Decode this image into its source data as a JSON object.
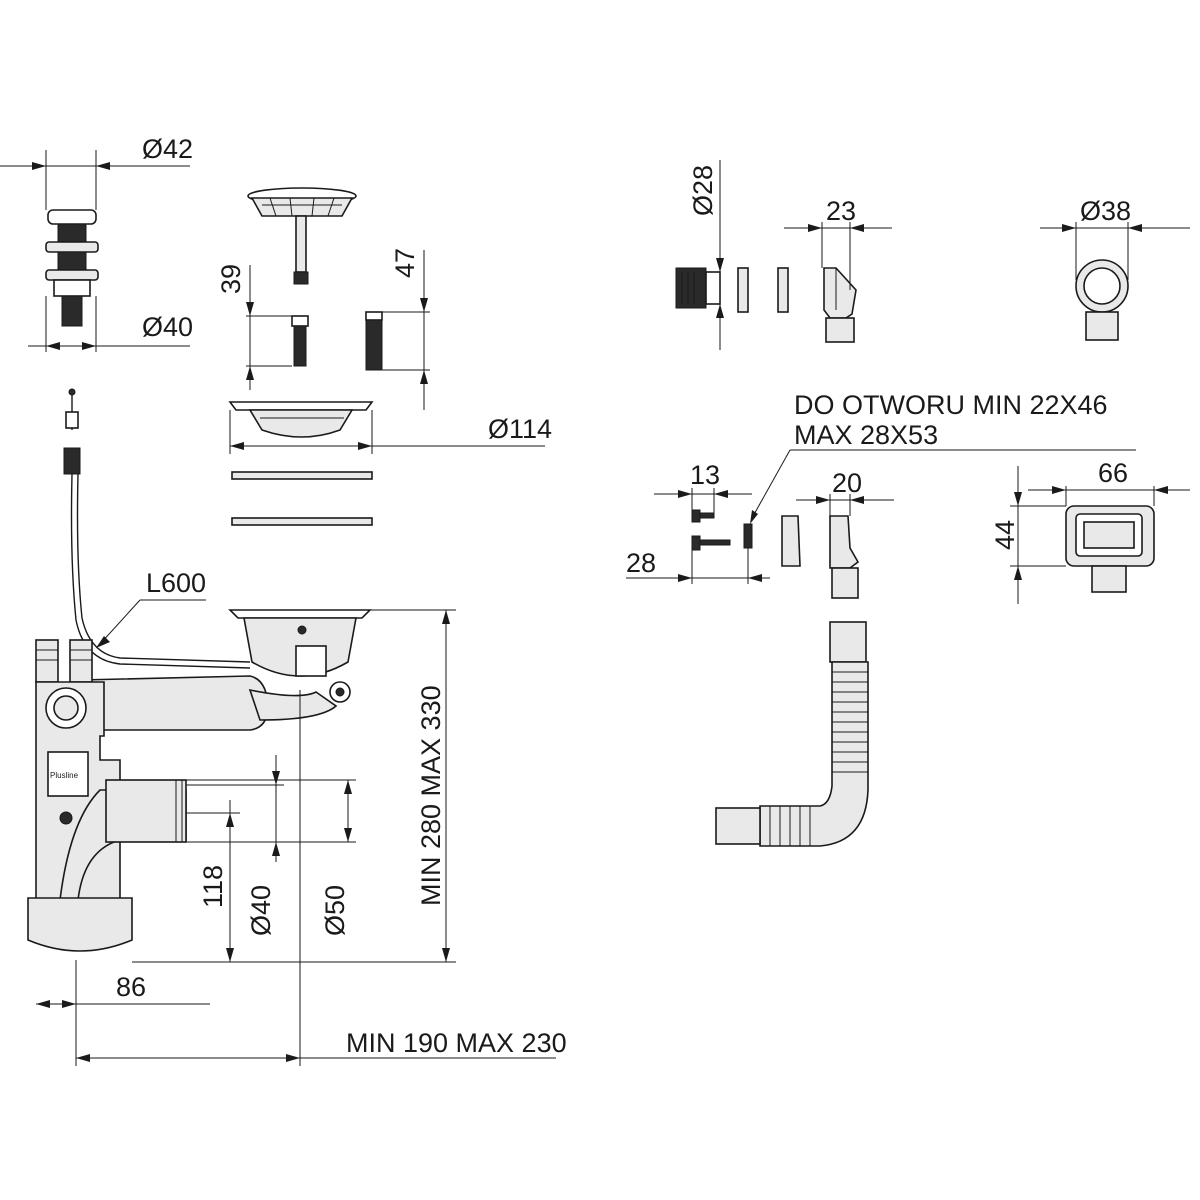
{
  "labels": {
    "d42": "Ø42",
    "d40_top": "Ø40",
    "d39": "39",
    "d47": "47",
    "d114": "Ø114",
    "l600": "L600",
    "d118": "118",
    "d40_pipe": "Ø40",
    "d50": "Ø50",
    "min280max330": "MIN 280 MAX 330",
    "d86": "86",
    "min190max230": "MIN 190 MAX 230",
    "d28_top": "Ø28",
    "d23": "23",
    "d38": "Ø38",
    "hole_line1": "DO OTWORU MIN 22X46",
    "hole_line2": "MAX 28X53",
    "d13": "13",
    "d20": "20",
    "d28_side": "28",
    "d66": "66",
    "d44": "44"
  },
  "overflow_label_text": "Plusline"
}
